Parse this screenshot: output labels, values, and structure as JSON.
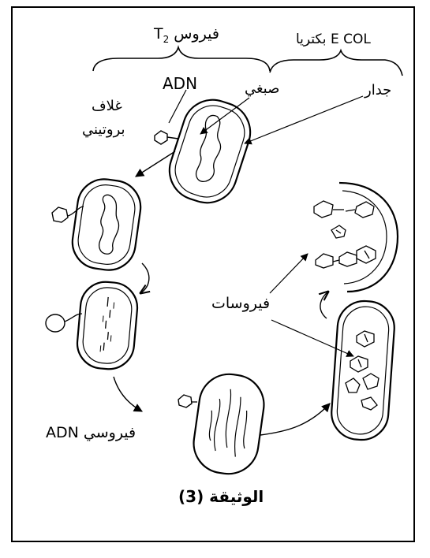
{
  "labels": {
    "virus_title": "فيروس T",
    "virus_sub": "2",
    "bacteria_title": "بكتريا E COL",
    "adn_top": "ADN",
    "chromosome": "صبغي",
    "wall": "جدار",
    "protein_coat_1": "غلاف",
    "protein_coat_2": "بروتيني",
    "viruses": "فيروسات",
    "viral_adn_latin": "ADN",
    "viral_adn_ar": "فيروسي",
    "document": "الوثيقة (3)"
  }
}
